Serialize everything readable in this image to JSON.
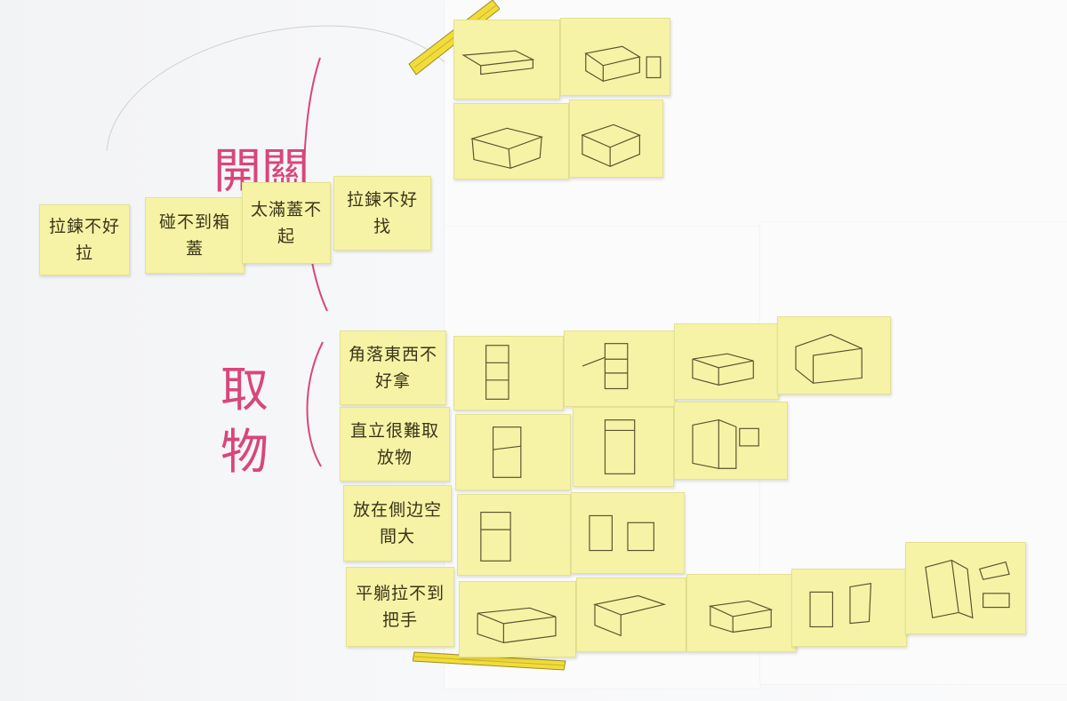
{
  "marker_labels": {
    "open_close": "開關",
    "take_items": "取物"
  },
  "problem_notes": [
    {
      "text": "拉鍊不好拉"
    },
    {
      "text": "碰不到箱蓋"
    },
    {
      "text": "太滿蓋不起"
    },
    {
      "text": "拉鍊不好找"
    }
  ],
  "retrieval_notes": [
    {
      "text": "角落東西不好拿"
    },
    {
      "text": "直立很難取放物"
    },
    {
      "text": "放在側边空間大"
    },
    {
      "text": "平躺拉不到把手"
    }
  ],
  "colors": {
    "sticky_note": "#f6f3a6",
    "marker_pink": "#d9467a",
    "pencil_yellow": "#f2dc3a"
  }
}
